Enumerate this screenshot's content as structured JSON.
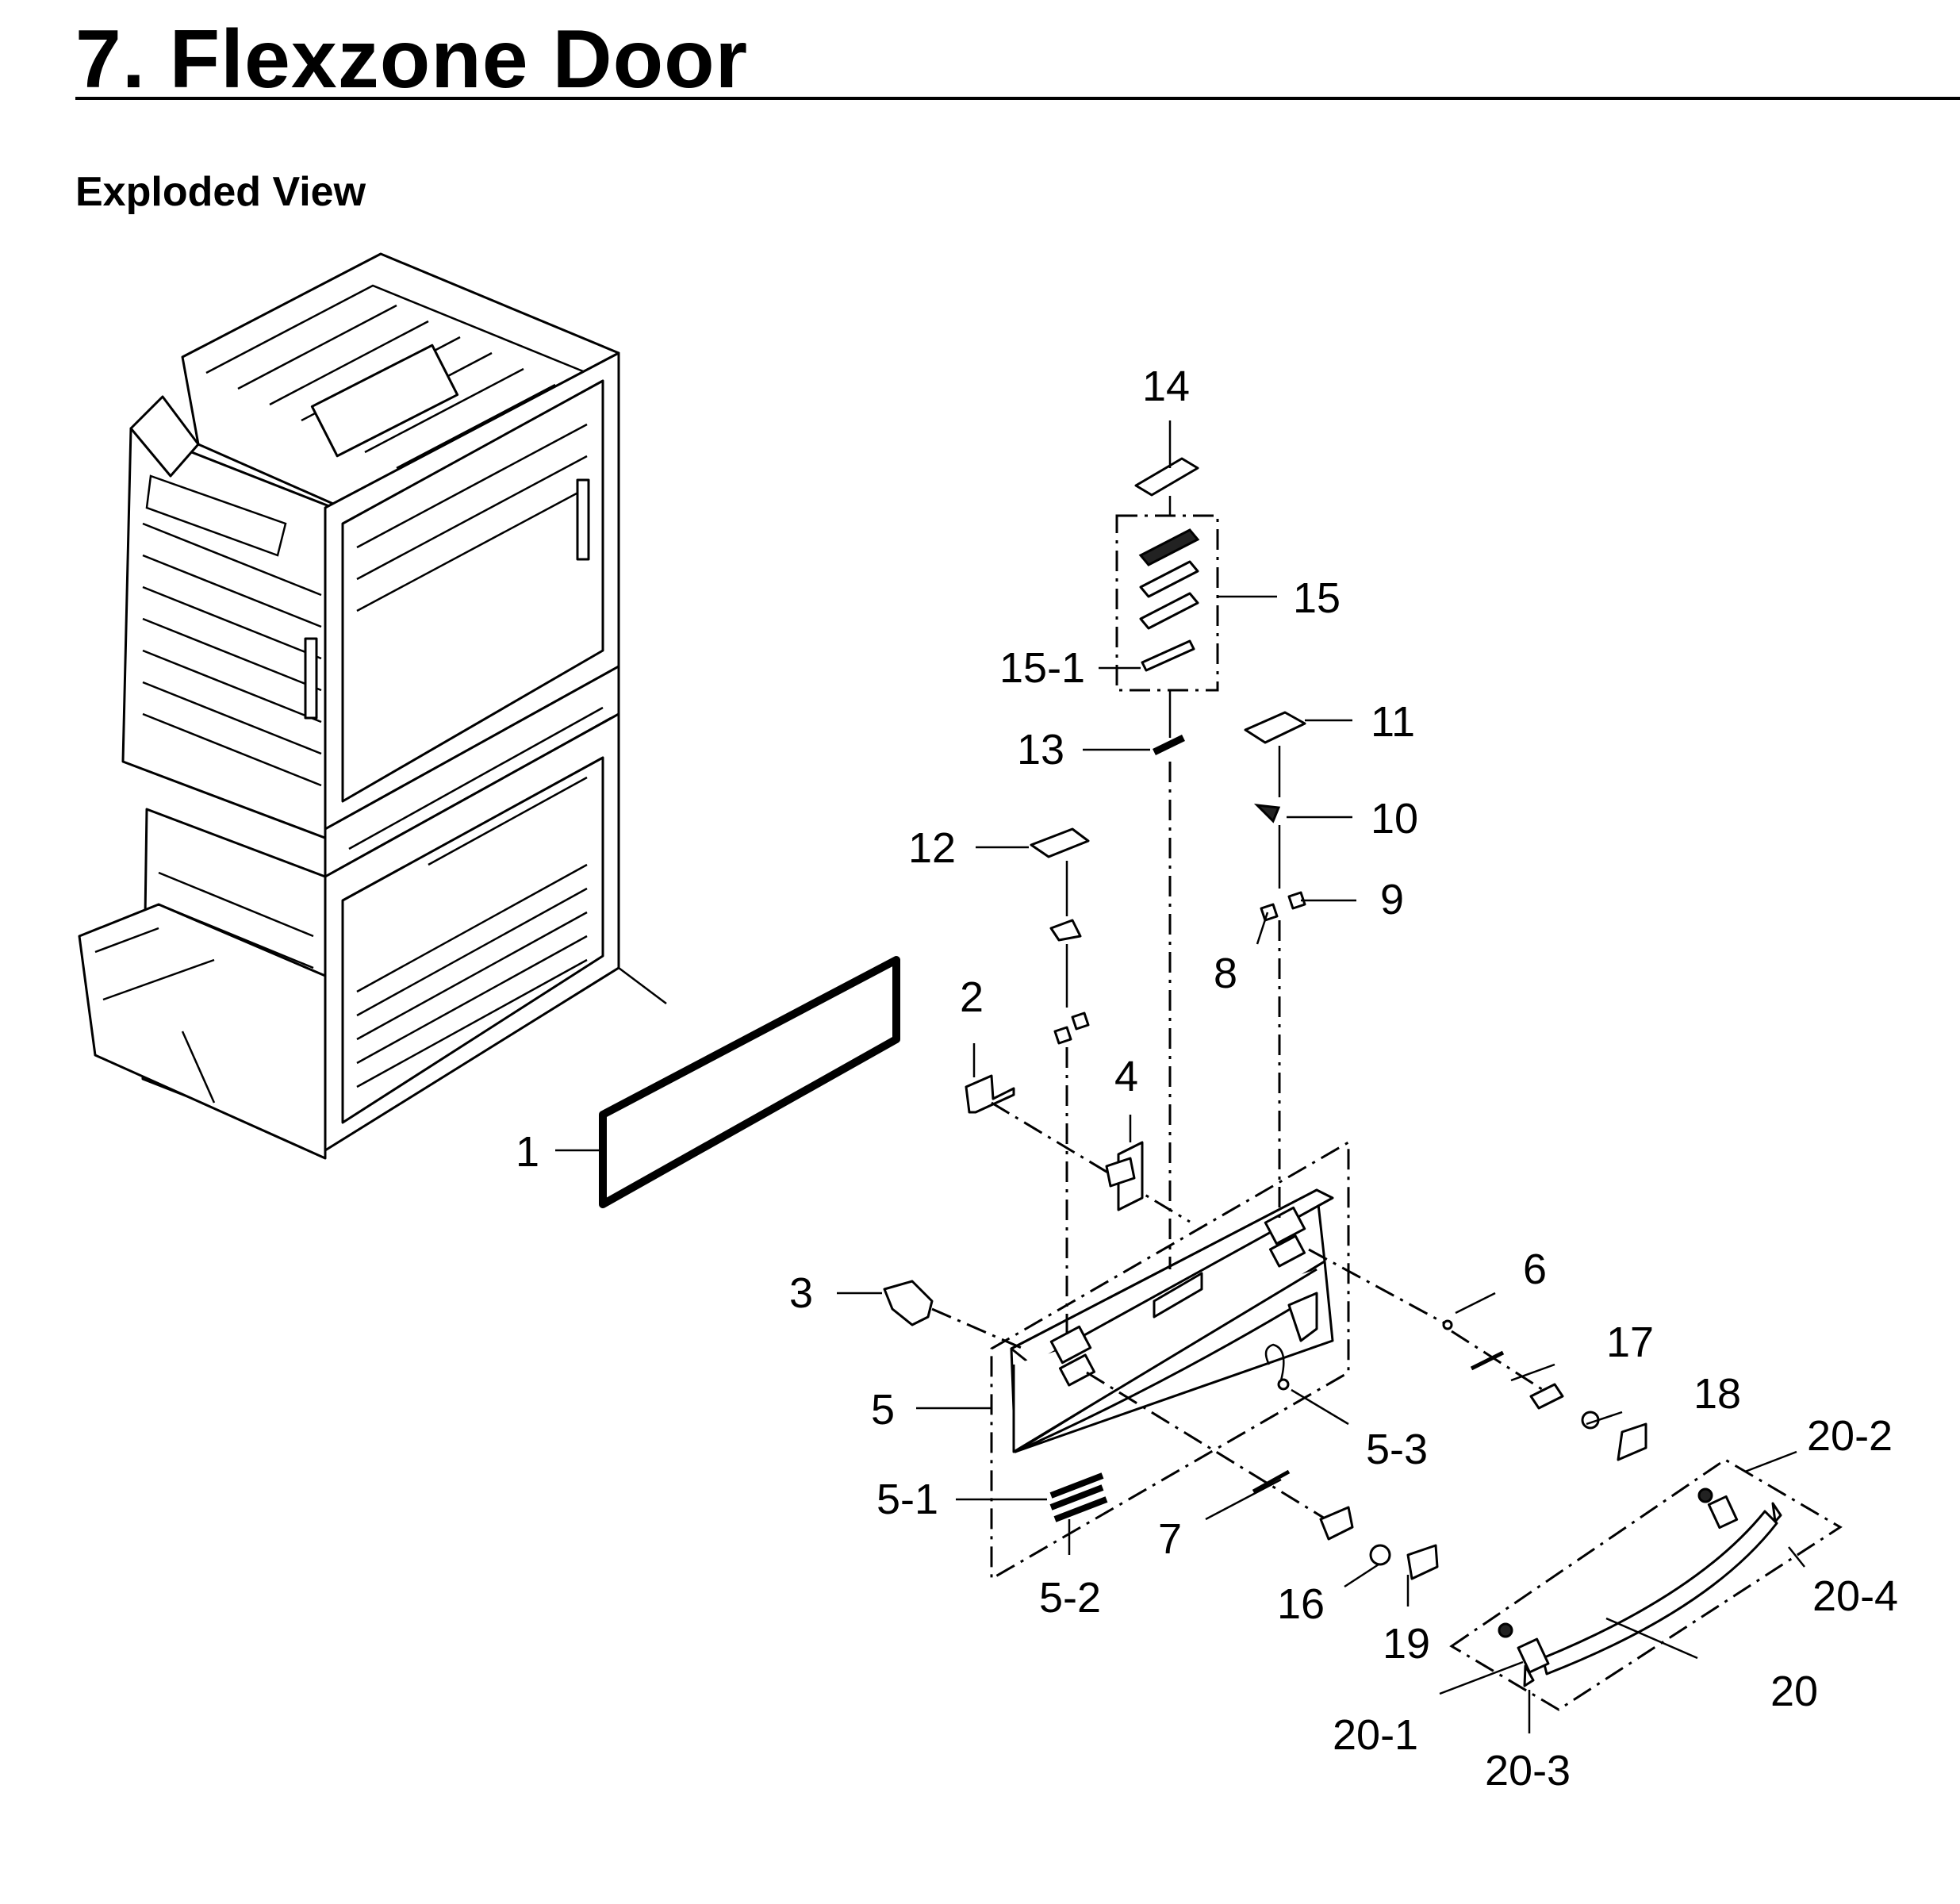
{
  "header": {
    "title": "7.  Flexzone Door",
    "section": "Exploded View"
  },
  "callouts": [
    {
      "id": "1",
      "label": "1"
    },
    {
      "id": "2",
      "label": "2"
    },
    {
      "id": "3",
      "label": "3"
    },
    {
      "id": "4",
      "label": "4"
    },
    {
      "id": "5",
      "label": "5"
    },
    {
      "id": "5-1",
      "label": "5-1"
    },
    {
      "id": "5-2",
      "label": "5-2"
    },
    {
      "id": "5-3",
      "label": "5-3"
    },
    {
      "id": "6",
      "label": "6"
    },
    {
      "id": "7",
      "label": "7"
    },
    {
      "id": "8",
      "label": "8"
    },
    {
      "id": "9",
      "label": "9"
    },
    {
      "id": "10",
      "label": "10"
    },
    {
      "id": "11",
      "label": "11"
    },
    {
      "id": "12",
      "label": "12"
    },
    {
      "id": "13",
      "label": "13"
    },
    {
      "id": "14",
      "label": "14"
    },
    {
      "id": "15",
      "label": "15"
    },
    {
      "id": "15-1",
      "label": "15-1"
    },
    {
      "id": "16",
      "label": "16"
    },
    {
      "id": "17",
      "label": "17"
    },
    {
      "id": "18",
      "label": "18"
    },
    {
      "id": "19",
      "label": "19"
    },
    {
      "id": "20",
      "label": "20"
    },
    {
      "id": "20-1",
      "label": "20-1"
    },
    {
      "id": "20-2",
      "label": "20-2"
    },
    {
      "id": "20-3",
      "label": "20-3"
    },
    {
      "id": "20-4",
      "label": "20-4"
    }
  ]
}
